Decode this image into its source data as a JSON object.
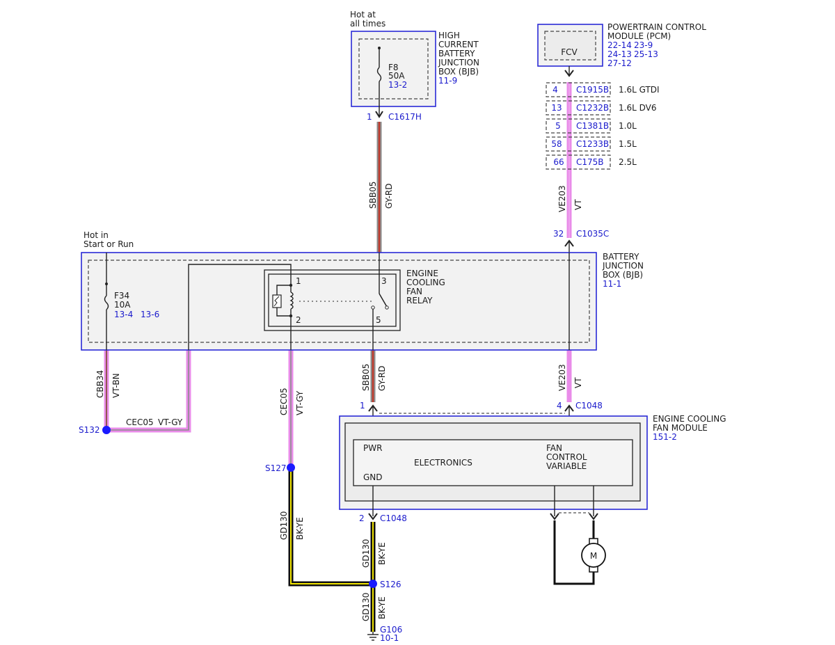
{
  "bjb_high_current": {
    "supply": [
      "Hot at",
      "all times"
    ],
    "title": [
      "HIGH",
      "CURRENT",
      "BATTERY",
      "JUNCTION",
      "BOX (BJB)"
    ],
    "ref": "11-9",
    "fuse": {
      "id": "F8",
      "rating": "50A",
      "ref": "13-2"
    },
    "pin": "1",
    "connector": "C1617H"
  },
  "pcm": {
    "title": [
      "POWERTRAIN CONTROL",
      "MODULE (PCM)"
    ],
    "refs": [
      [
        "22-14",
        "23-9"
      ],
      [
        "24-13",
        "25-13"
      ],
      [
        "27-12"
      ]
    ],
    "block": "FCV",
    "connectors": [
      {
        "pin": "4",
        "connector": "C1915B",
        "engine": "1.6L GTDI"
      },
      {
        "pin": "13",
        "connector": "C1232B",
        "engine": "1.6L DV6"
      },
      {
        "pin": "5",
        "connector": "C1381B",
        "engine": "1.0L"
      },
      {
        "pin": "58",
        "connector": "C1233B",
        "engine": "1.5L"
      },
      {
        "pin": "66",
        "connector": "C175B",
        "engine": "2.5L"
      }
    ]
  },
  "bjb": {
    "supply": [
      "Hot in",
      "Start or Run"
    ],
    "title": [
      "BATTERY",
      "JUNCTION",
      "BOX (BJB)"
    ],
    "ref": "11-1",
    "fuse": {
      "id": "F34",
      "rating": "10A",
      "refs": [
        "13-4",
        "13-6"
      ]
    },
    "relay": {
      "title": [
        "ENGINE",
        "COOLING",
        "FAN",
        "RELAY"
      ],
      "pins": [
        "1",
        "2",
        "3",
        "5"
      ]
    }
  },
  "fan_module": {
    "title": [
      "ENGINE COOLING",
      "FAN MODULE"
    ],
    "ref": "151-2",
    "pwr": "PWR",
    "gnd": "GND",
    "electronics": "ELECTRONICS",
    "control": [
      "FAN",
      "CONTROL",
      "VARIABLE"
    ],
    "motor": "M"
  },
  "wires": {
    "sbb05": "SBB05",
    "gy_rd": "GY-RD",
    "ve203": "VE203",
    "vt": "VT",
    "cbb34": "CBB34",
    "vt_bn": "VT-BN",
    "cec05": "CEC05",
    "vt_gy": "VT-GY",
    "gd130": "GD130",
    "bk_ye": "BK-YE"
  },
  "connectors": {
    "c1035c": {
      "pin": "32",
      "name": "C1035C"
    },
    "c1048_pwr": {
      "pin": "1",
      "name": ""
    },
    "c1048_fan": {
      "pin": "4",
      "name": "C1048"
    },
    "c1048_gnd": {
      "pin": "2",
      "name": "C1048"
    }
  },
  "splices": {
    "s132": "S132",
    "s127": "S127",
    "s126": "S126"
  },
  "ground": {
    "id": "G106",
    "ref": "10-1"
  },
  "colors": {
    "violet": "#e98ce9",
    "gray": "#8c8c8c",
    "red": "#c0392b",
    "yellow": "#f2e600",
    "black": "#111111",
    "blue": "#1a1acc"
  }
}
